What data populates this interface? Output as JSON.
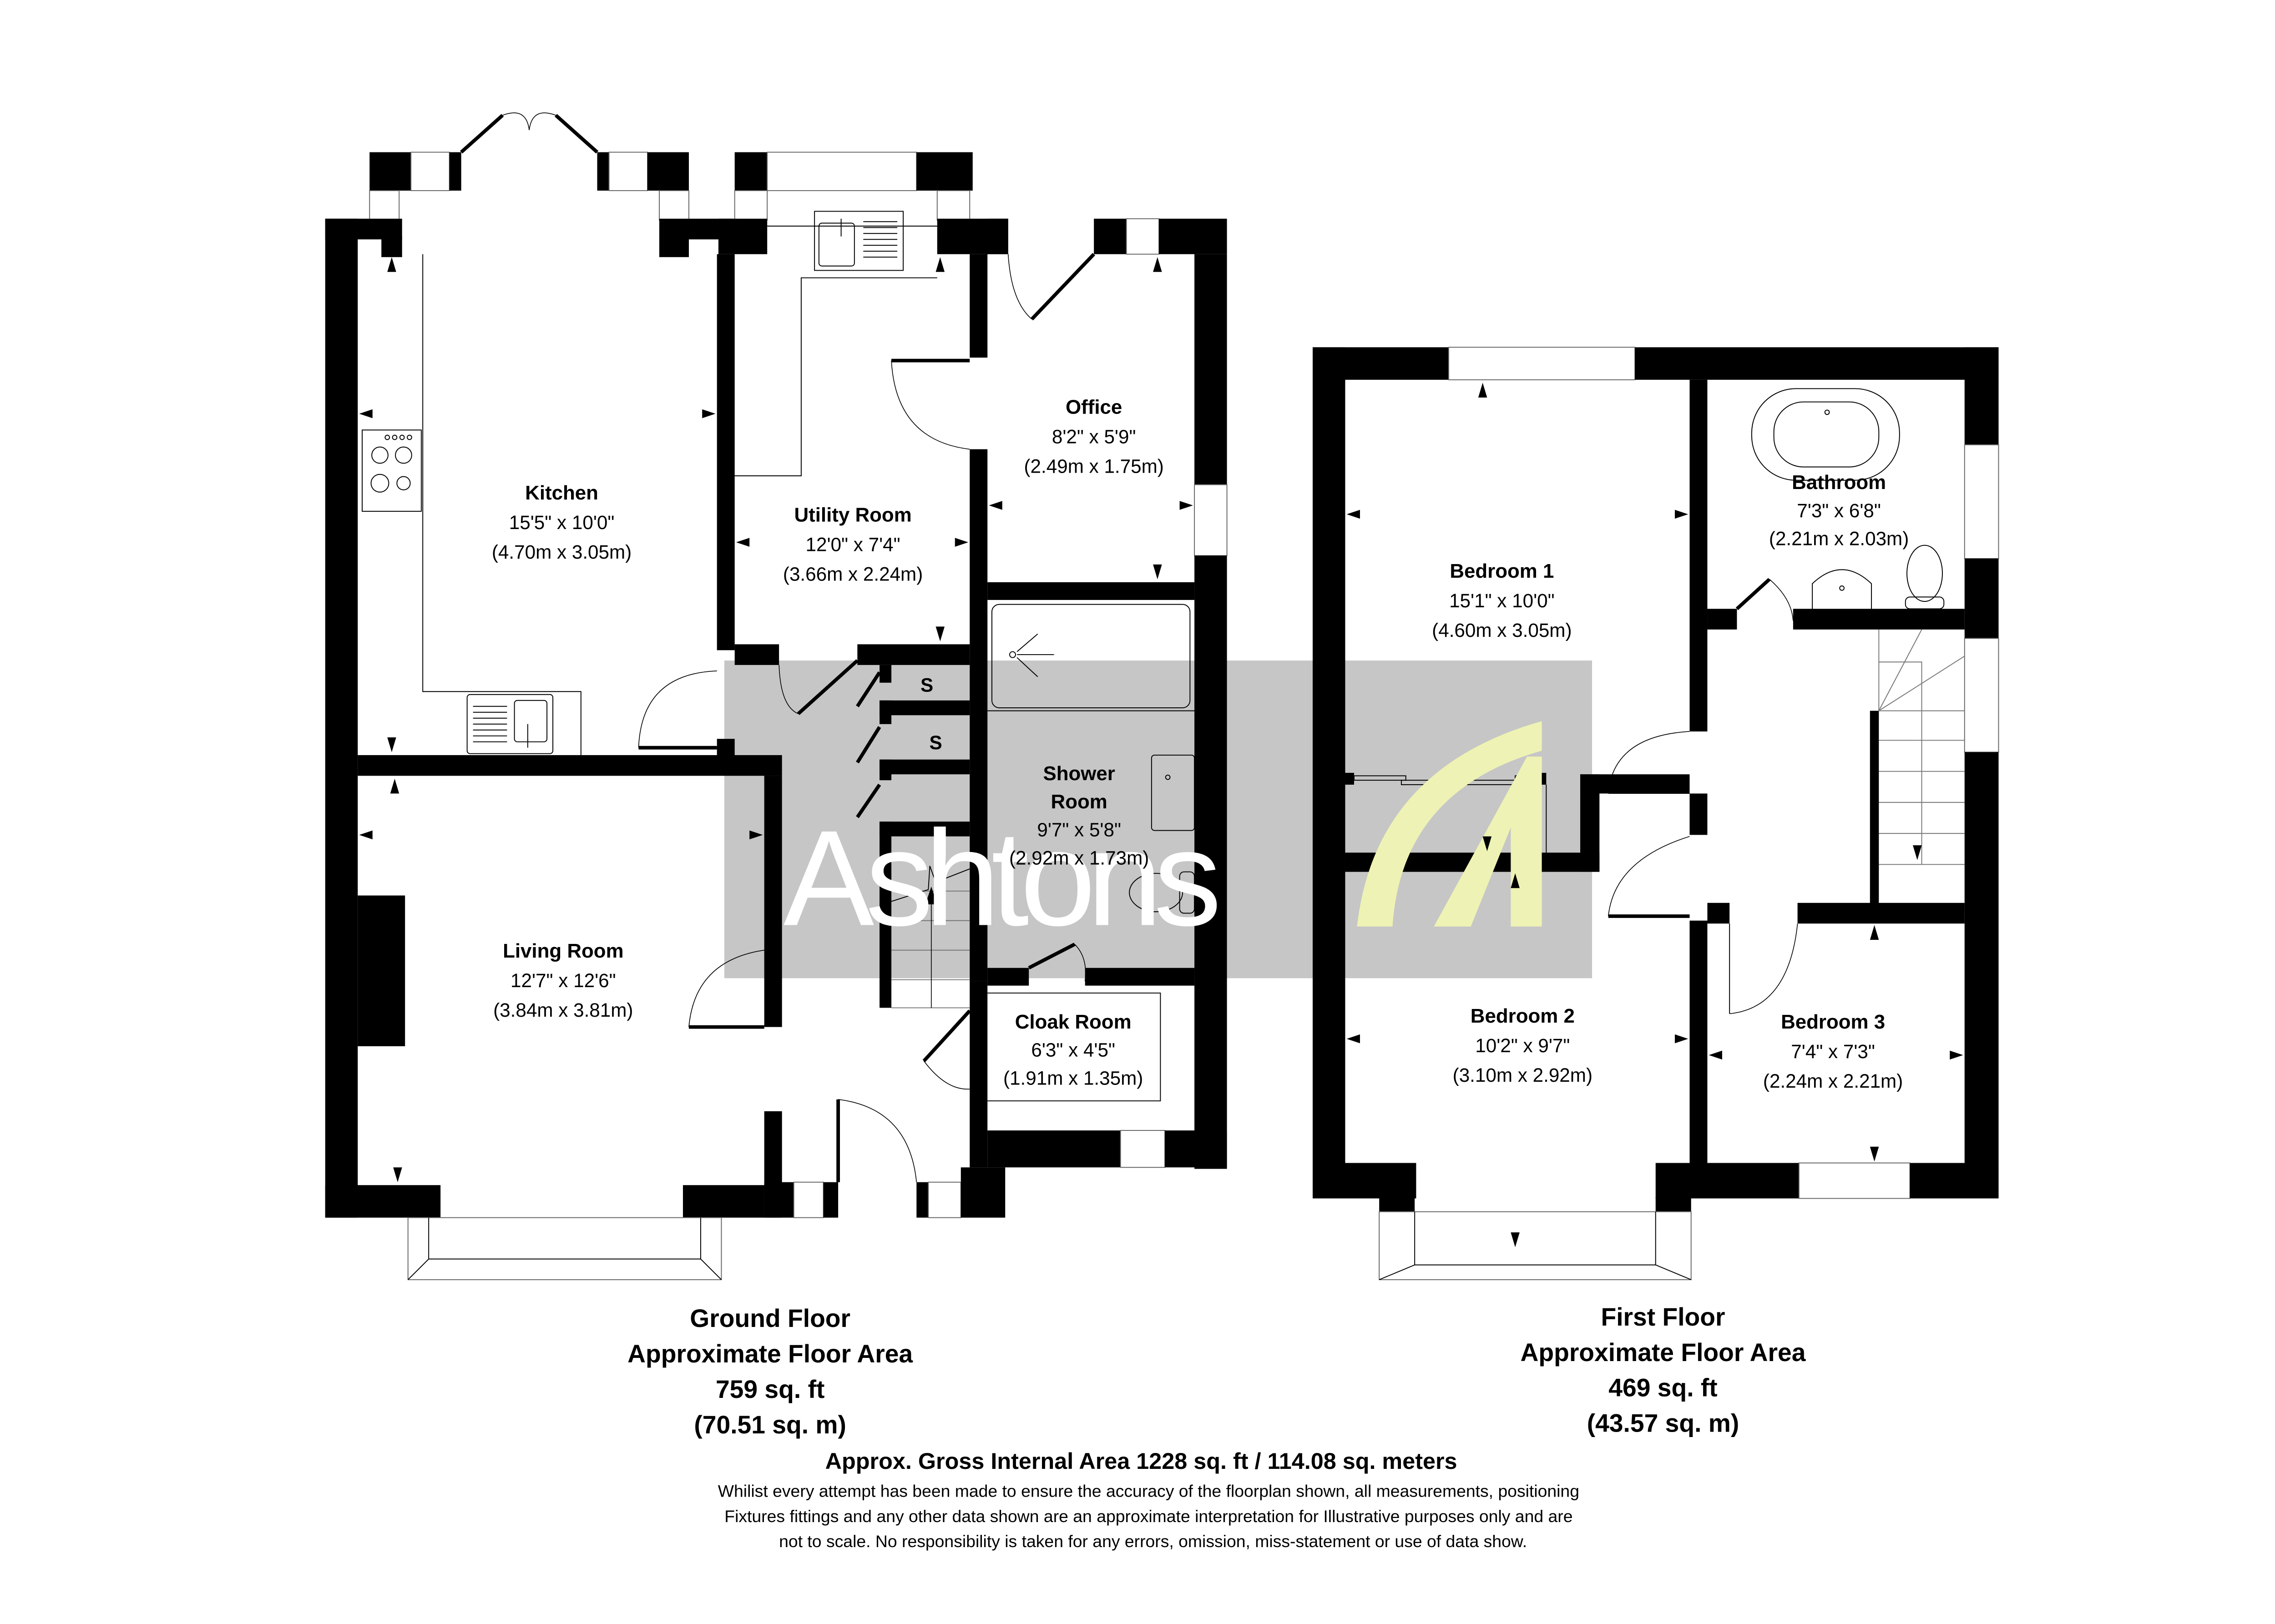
{
  "watermark": {
    "brand": "Ashtons",
    "band_color": "#c6c6c6",
    "logo_color": "#eef2b4"
  },
  "ground_floor": {
    "rooms": {
      "kitchen": {
        "name": "Kitchen",
        "imperial": "15'5\" x 10'0\"",
        "metric": "(4.70m x 3.05m)"
      },
      "utility": {
        "name": "Utility Room",
        "imperial": "12'0\" x 7'4\"",
        "metric": "(3.66m x 2.24m)"
      },
      "office": {
        "name": "Office",
        "imperial": "8'2\" x 5'9\"",
        "metric": "(2.49m x 1.75m)"
      },
      "shower": {
        "name_line1": "Shower",
        "name_line2": "Room",
        "imperial": "9'7\" x 5'8\"",
        "metric": "(2.92m x 1.73m)"
      },
      "living": {
        "name": "Living Room",
        "imperial": "12'7\" x 12'6\"",
        "metric": "(3.84m x 3.81m)"
      },
      "cloak": {
        "name": "Cloak Room",
        "imperial": "6'3\" x 4'5\"",
        "metric": "(1.91m x 1.35m)"
      }
    },
    "storage_labels": [
      "S",
      "S"
    ],
    "summary": {
      "title": "Ground Floor",
      "subtitle": "Approximate Floor Area",
      "sqft": "759 sq. ft",
      "sqm": "(70.51 sq. m)"
    }
  },
  "first_floor": {
    "rooms": {
      "bedroom1": {
        "name": "Bedroom 1",
        "imperial": "15'1\" x 10'0\"",
        "metric": "(4.60m x 3.05m)"
      },
      "bathroom": {
        "name": "Bathroom",
        "imperial": "7'3\" x 6'8\"",
        "metric": "(2.21m x 2.03m)"
      },
      "bedroom2": {
        "name": "Bedroom 2",
        "imperial": "10'2\" x 9'7\"",
        "metric": "(3.10m x 2.92m)"
      },
      "bedroom3": {
        "name": "Bedroom 3",
        "imperial": "7'4\" x 7'3\"",
        "metric": "(2.24m x 2.21m)"
      }
    },
    "summary": {
      "title": "First Floor",
      "subtitle": "Approximate Floor Area",
      "sqft": "469 sq. ft",
      "sqm": "(43.57 sq. m)"
    }
  },
  "footer": {
    "gross_area": "Approx. Gross Internal Area 1228 sq. ft / 114.08 sq. meters",
    "disclaimer": [
      "Whilist every attempt has been made to ensure the accuracy of the floorplan shown, all measurements, positioning",
      "Fixtures fittings and any other data shown are an approximate interpretation for Illustrative purposes only  and are",
      "not to scale. No responsibility is taken for any errors, omission, miss-statement or use of data show."
    ]
  }
}
